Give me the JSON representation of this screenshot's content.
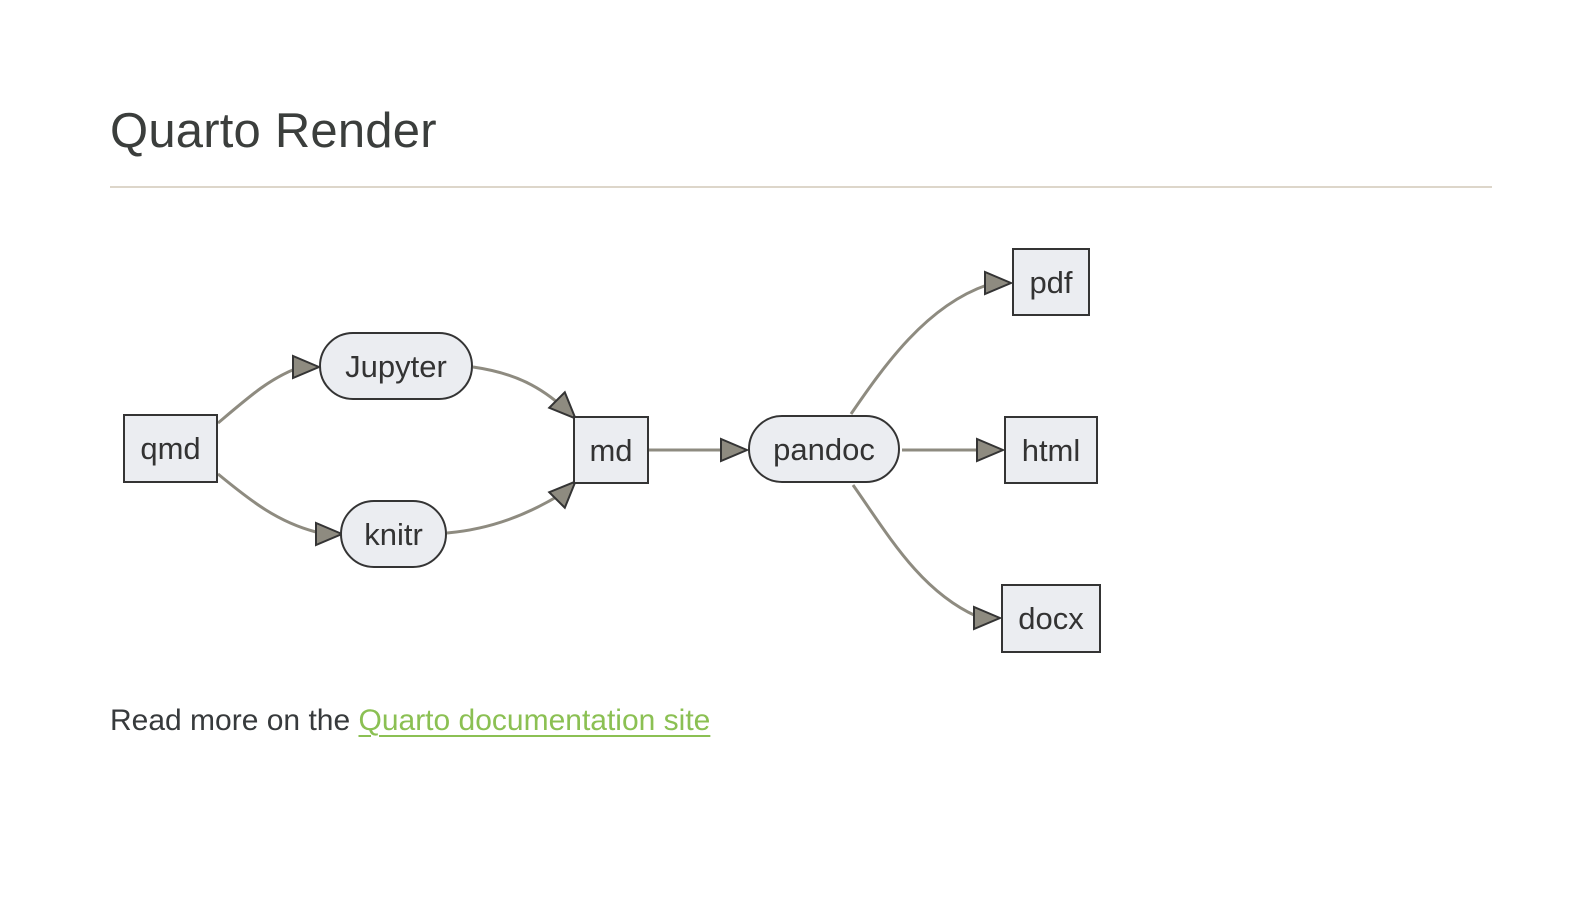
{
  "page": {
    "title": "Quarto Render",
    "footer": {
      "prefix": "Read more on the ",
      "link_text": "Quarto documentation site"
    }
  },
  "diagram": {
    "type": "flowchart",
    "direction": "left-to-right",
    "nodes": [
      {
        "id": "qmd",
        "label": "qmd",
        "shape": "rect"
      },
      {
        "id": "jupyter",
        "label": "Jupyter",
        "shape": "stadium"
      },
      {
        "id": "knitr",
        "label": "knitr",
        "shape": "stadium"
      },
      {
        "id": "md",
        "label": "md",
        "shape": "rect"
      },
      {
        "id": "pandoc",
        "label": "pandoc",
        "shape": "stadium"
      },
      {
        "id": "pdf",
        "label": "pdf",
        "shape": "rect"
      },
      {
        "id": "html",
        "label": "html",
        "shape": "rect"
      },
      {
        "id": "docx",
        "label": "docx",
        "shape": "rect"
      }
    ],
    "edges": [
      {
        "from": "qmd",
        "to": "jupyter"
      },
      {
        "from": "qmd",
        "to": "knitr"
      },
      {
        "from": "jupyter",
        "to": "md"
      },
      {
        "from": "knitr",
        "to": "md"
      },
      {
        "from": "md",
        "to": "pandoc"
      },
      {
        "from": "pandoc",
        "to": "pdf"
      },
      {
        "from": "pandoc",
        "to": "html"
      },
      {
        "from": "pandoc",
        "to": "docx"
      }
    ]
  },
  "colors": {
    "background": "#ffffff",
    "heading_text": "#3b3e3c",
    "body_text": "#373a3c",
    "rule": "#ddd6ca",
    "node_fill": "#ebedf1",
    "node_border": "#343434",
    "node_text": "#333333",
    "edge": "#8e8b80",
    "link": "#8bc053"
  }
}
